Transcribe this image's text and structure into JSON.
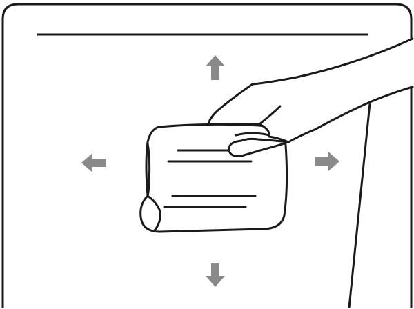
{
  "illustration": {
    "subject": "hand-wiping-surface-with-cloth",
    "line_color": "#1a1a1a",
    "arrow_color": "#8a8a8a",
    "background": "#ffffff",
    "arrows": [
      {
        "direction": "up",
        "icon": "arrow-up-icon"
      },
      {
        "direction": "down",
        "icon": "arrow-down-icon"
      },
      {
        "direction": "left",
        "icon": "arrow-left-icon"
      },
      {
        "direction": "right",
        "icon": "arrow-right-icon"
      }
    ]
  }
}
